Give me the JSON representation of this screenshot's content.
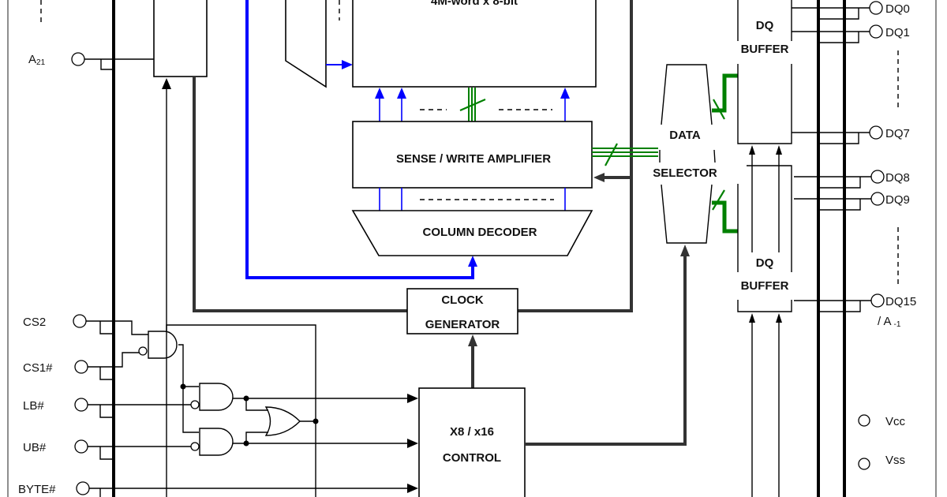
{
  "diagram": {
    "title": "Block Diagram",
    "colors": {
      "address_path": "#0000ff",
      "data_path": "#008000",
      "control_path": "#333333",
      "line": "#000000"
    },
    "blocks": {
      "memory_array": "4M-word x 8-bit",
      "sense_amp": "SENSE / WRITE AMPLIFIER",
      "column_decoder": "COLUMN DECODER",
      "clock_gen_line1": "CLOCK",
      "clock_gen_line2": "GENERATOR",
      "control_line1": "X8 / x16",
      "control_line2": "CONTROL",
      "data_sel_line1": "DATA",
      "data_sel_line2": "SELECTOR",
      "dq_buf_upper_line1": "DQ",
      "dq_buf_upper_line2": "BUFFER",
      "dq_buf_lower_line1": "DQ",
      "dq_buf_lower_line2": "BUFFER"
    },
    "left_pins": {
      "a21": {
        "main": "A",
        "sub": "21"
      },
      "cs2": "CS2",
      "cs1": "CS1#",
      "lb": "LB#",
      "ub": "UB#",
      "byte": "BYTE#"
    },
    "right_pins": {
      "dq0": "DQ0",
      "dq1": "DQ1",
      "dq7": "DQ7",
      "dq8": "DQ8",
      "dq9": "DQ9",
      "dq15": "DQ15",
      "dq15_alt": {
        "main": "/ A",
        "sub": "-1"
      }
    },
    "power_pins": {
      "vcc": "Vcc",
      "vss": "Vss"
    }
  }
}
